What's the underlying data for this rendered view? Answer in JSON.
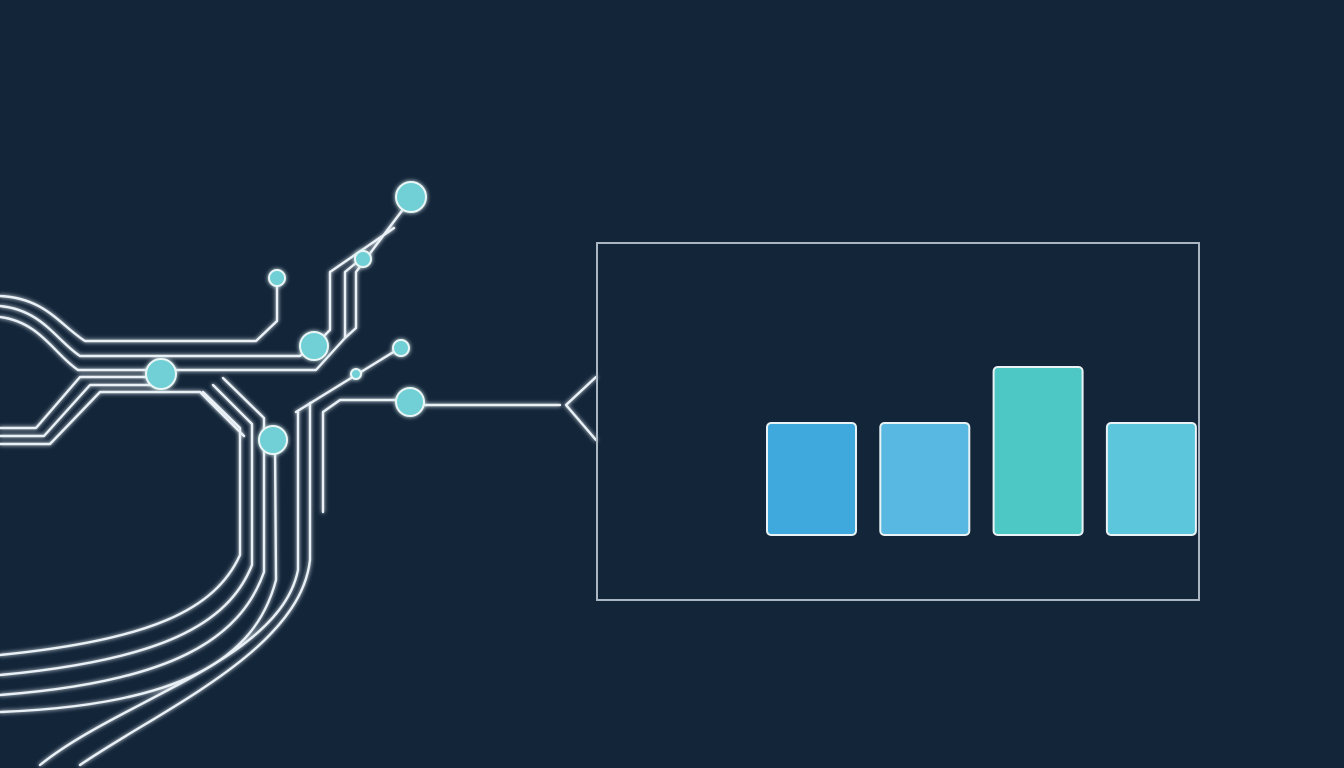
{
  "colors": {
    "background": "#132539",
    "trace": "#e9f1f6",
    "node": "#6fd0d6",
    "frame": "#aab6c2",
    "bar_outline": "#e9f2f5"
  },
  "chart_data": {
    "type": "bar",
    "categories": [
      "",
      "",
      "",
      ""
    ],
    "values": [
      1.0,
      1.0,
      1.5,
      1.0
    ],
    "colors": [
      "#3fa8dc",
      "#58b8e2",
      "#4ec8c4",
      "#5cc6dc"
    ],
    "title": "",
    "xlabel": "",
    "ylabel": "",
    "ylim": [
      0,
      1.5
    ],
    "axes_visible": false,
    "gridlines": false,
    "legend": "none"
  }
}
